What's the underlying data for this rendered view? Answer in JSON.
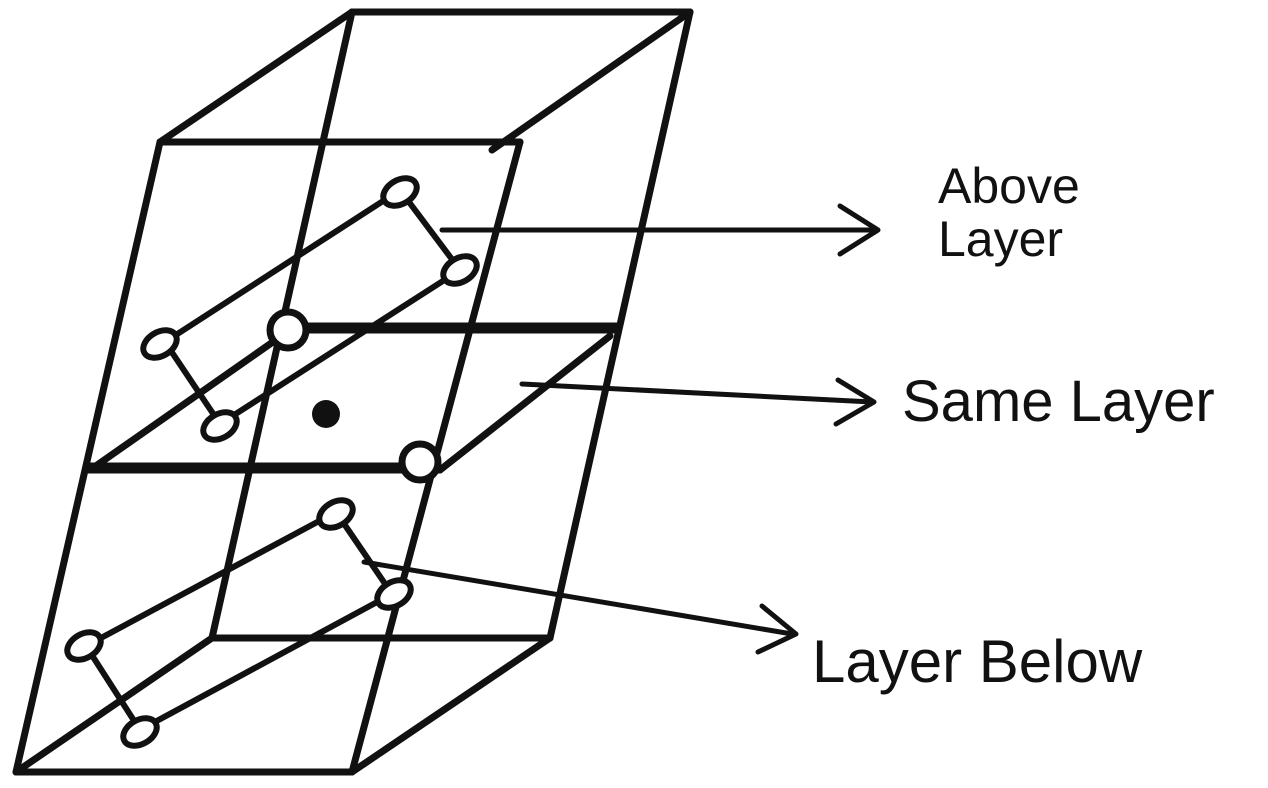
{
  "labels": {
    "above": "Above\nLayer",
    "same": "Same Layer",
    "below": "Layer Below"
  },
  "colors": {
    "ink": "#111111",
    "background": "#ffffff"
  }
}
